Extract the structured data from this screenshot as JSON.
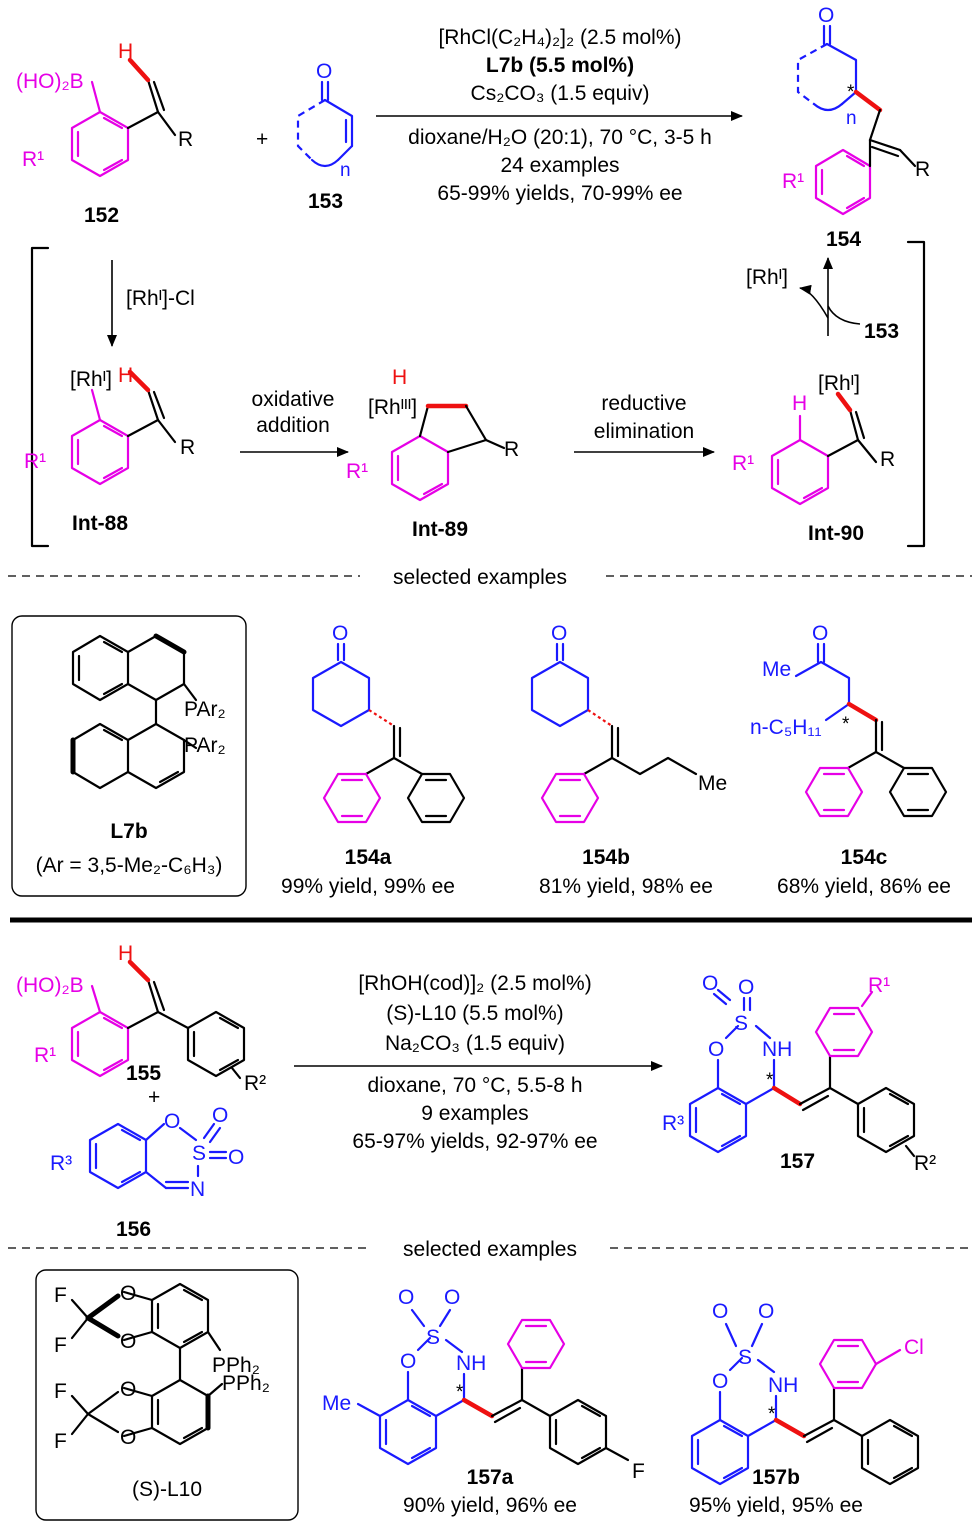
{
  "scheme1": {
    "conditions": [
      "[RhCl(C₂H₄)₂]₂ (2.5 mol%)",
      "L7b (5.5 mol%)",
      "Cs₂CO₃ (1.5 equiv)",
      "dioxane/H₂O (20:1), 70 °C, 3-5 h",
      "24 examples",
      "65-99% yields, 70-99% ee"
    ],
    "labels": {
      "c152": "152",
      "c153": "153",
      "c154": "154",
      "int88": "Int-88",
      "int89": "Int-89",
      "int90": "Int-90",
      "plus": "+"
    },
    "steps": {
      "rh_cl": "[Rhᴵ]-Cl",
      "ox1": "oxidative",
      "ox2": "addition",
      "re1": "reductive",
      "re2": "elimination",
      "rh_out": "[Rhᴵ]",
      "in153": "153"
    },
    "atoms": {
      "HO2B": "(HO)₂B",
      "R1": "R¹",
      "R": "R",
      "H": "H",
      "O": "O",
      "n": "n",
      "RhI": "[Rhᴵ]",
      "RhIII": "[Rhᴵᴵᴵ]",
      "star": "*"
    },
    "selected": "selected examples",
    "ligand": {
      "name": "L7b",
      "desc": "(Ar = 3,5-Me₂-C₆H₃)",
      "pAr": "PAr₂"
    },
    "examples": [
      {
        "id": "154a",
        "result": "99% yield, 99% ee"
      },
      {
        "id": "154b",
        "result": "81% yield, 98% ee"
      },
      {
        "id": "154c",
        "result": "68% yield, 86% ee"
      }
    ],
    "ex_atoms": {
      "Me": "Me",
      "nC5H11": "n-C₅H₁₁"
    }
  },
  "scheme2": {
    "conditions": [
      "[RhOH(cod)]₂ (2.5 mol%)",
      "(S)-L10 (5.5 mol%)",
      "Na₂CO₃ (1.5 equiv)",
      "dioxane, 70 °C, 5.5-8 h",
      "9 examples",
      "65-97% yields, 92-97% ee"
    ],
    "labels": {
      "c155": "155",
      "c156": "156",
      "c157": "157",
      "plus": "+"
    },
    "atoms": {
      "R2": "R²",
      "R3": "R³",
      "S": "S",
      "N": "N",
      "NH": "NH",
      "F": "F",
      "Cl": "Cl",
      "Me": "Me"
    },
    "selected": "selected examples",
    "ligand": {
      "name": "(S)-L10",
      "pPh": "PPh₂"
    },
    "examples": [
      {
        "id": "157a",
        "result": "90% yield, 96% ee"
      },
      {
        "id": "157b",
        "result": "95% yield, 95% ee"
      }
    ]
  }
}
